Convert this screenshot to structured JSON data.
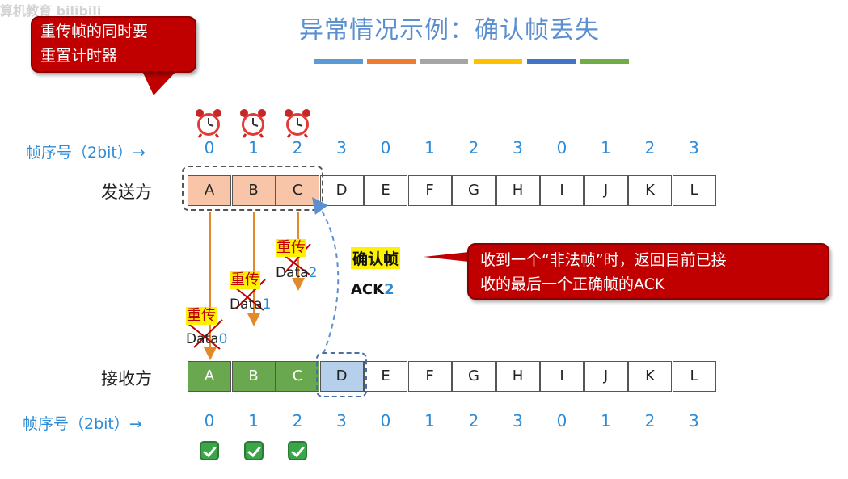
{
  "watermark": "算机教育 bilibili",
  "title": "异常情况示例：确认帧丢失",
  "color_bars": [
    "#5b9bd5",
    "#ed7d31",
    "#a5a5a5",
    "#ffc000",
    "#4472c4",
    "#70ad47"
  ],
  "callout_top": {
    "line1": "重传帧的同时要",
    "line2": "重置计时器"
  },
  "callout_right": {
    "line1": "收到一个“非法帧”时，返回目前已接",
    "line2": "收的最后一个正确帧的ACK"
  },
  "sender": {
    "seq_label": "帧序号（2bit）→",
    "side_label": "发送方",
    "numbers": [
      "0",
      "1",
      "2",
      "3",
      "0",
      "1",
      "2",
      "3",
      "0",
      "1",
      "2",
      "3"
    ],
    "frames": [
      "A",
      "B",
      "C",
      "D",
      "E",
      "F",
      "G",
      "H",
      "I",
      "J",
      "K",
      "L"
    ]
  },
  "receiver": {
    "side_label": "接收方",
    "seq_label": "帧序号（2bit）→",
    "numbers": [
      "0",
      "1",
      "2",
      "3",
      "0",
      "1",
      "2",
      "3",
      "0",
      "1",
      "2",
      "3"
    ],
    "frames": [
      "A",
      "B",
      "C",
      "D",
      "E",
      "F",
      "G",
      "H",
      "I",
      "J",
      "K",
      "L"
    ]
  },
  "retransmissions": [
    {
      "tag": "重传",
      "data": "Data",
      "idx": "0"
    },
    {
      "tag": "重传",
      "data": "Data",
      "idx": "1"
    },
    {
      "tag": "重传",
      "data": "Data",
      "idx": "2"
    }
  ],
  "ack": {
    "title": "确认帧",
    "label": "ACK",
    "idx": "2"
  }
}
